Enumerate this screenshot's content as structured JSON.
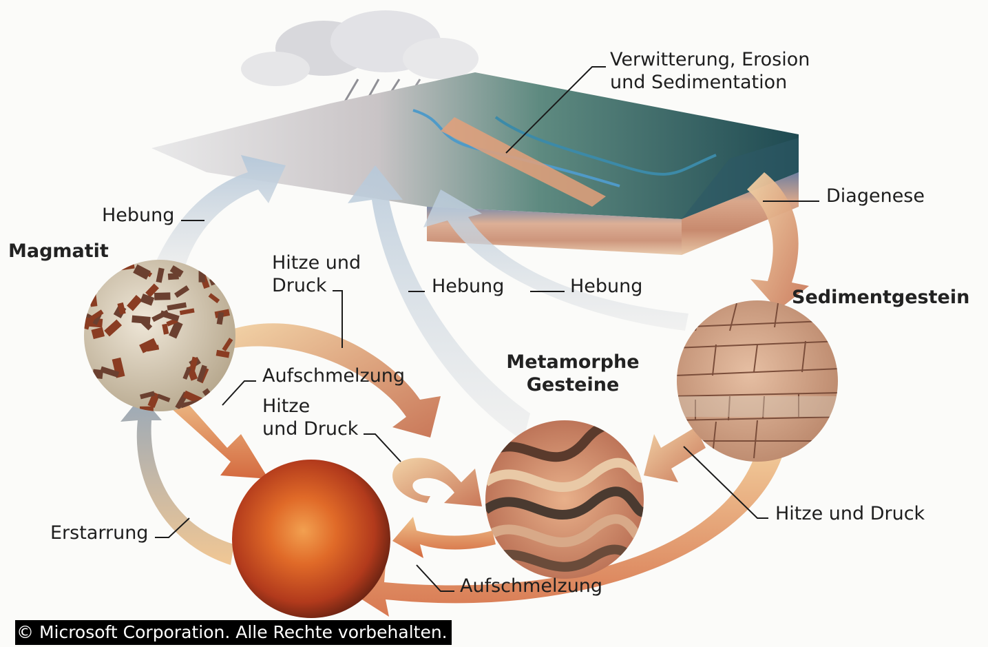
{
  "labels": {
    "weathering_line1": "Verwitterung, Erosion",
    "weathering_line2": "und Sedimentation",
    "diagenese": "Diagenese",
    "hebung_left": "Hebung",
    "magmatit": "Magmatit",
    "hitze_druck_top_line1": "Hitze und",
    "hitze_druck_top_line2": "Druck",
    "hebung_middle": "Hebung",
    "hebung_right": "Hebung",
    "sedimentgestein": "Sedimentgestein",
    "metamorphe_line1": "Metamorphe",
    "metamorphe_line2": "Gesteine",
    "aufschmelzung_top": "Aufschmelzung",
    "hitze_druck_mid_line1": "Hitze",
    "hitze_druck_mid_line2": "und Druck",
    "hitze_druck_right": "Hitze und Druck",
    "erstarrung": "Erstarrung",
    "aufschmelzung_bottom": "Aufschmelzung"
  },
  "copyright": "© Microsoft Corporation. Alle Rechte vorbehalten.",
  "colors": {
    "uplift_arrow": "#b8c8d8",
    "heat_arrow": "#e0916a",
    "magma_core": "#e07a30",
    "sediment": "#c99a7a",
    "landscape": "#4e7a72"
  }
}
